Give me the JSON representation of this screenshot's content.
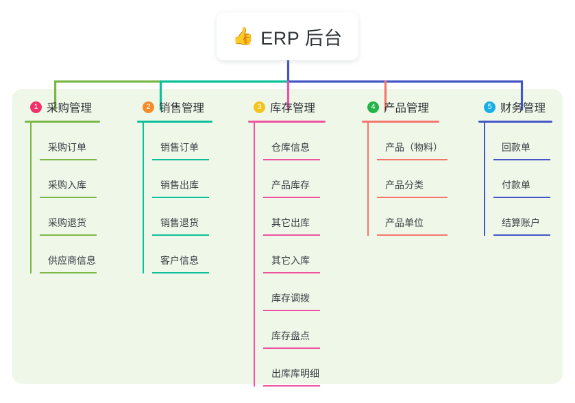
{
  "root": {
    "icon": "thumbs-up-icon",
    "emoji": "👍",
    "title": "ERP 后台"
  },
  "colors": {
    "panel_bg": "#eff7e9",
    "page_bg": "#ffffff",
    "root_stem": "#4355c7",
    "bus_left": "#7ab747",
    "bus_mid": "#0bbf9a",
    "bus_right": "#4355c7",
    "text": "#2f3437"
  },
  "columns": [
    {
      "index": "1",
      "title": "采购管理",
      "badge_color": "#f0306a",
      "line_color": "#7ab747",
      "drop_color": "#7ab747",
      "items": [
        {
          "label": "采购订单"
        },
        {
          "label": "采购入库"
        },
        {
          "label": "采购退货"
        },
        {
          "label": "供应商信息"
        }
      ]
    },
    {
      "index": "2",
      "title": "销售管理",
      "badge_color": "#f58b2a",
      "line_color": "#0bbf9a",
      "drop_color": "#0bbf9a",
      "items": [
        {
          "label": "销售订单"
        },
        {
          "label": "销售出库"
        },
        {
          "label": "销售退货"
        },
        {
          "label": "客户信息"
        }
      ]
    },
    {
      "index": "3",
      "title": "库存管理",
      "badge_color": "#f5c31f",
      "line_color": "#ef52a0",
      "drop_color": "#ef52a0",
      "items": [
        {
          "label": "仓库信息"
        },
        {
          "label": "产品库存"
        },
        {
          "label": "其它出库"
        },
        {
          "label": "其它入库"
        },
        {
          "label": "库存调拨"
        },
        {
          "label": "库存盘点"
        },
        {
          "label": "出库库明细"
        }
      ]
    },
    {
      "index": "4",
      "title": "产品管理",
      "badge_color": "#23b34a",
      "line_color": "#f5756b",
      "drop_color": "#f5756b",
      "items": [
        {
          "label": "产品（物料）"
        },
        {
          "label": "产品分类"
        },
        {
          "label": "产品单位"
        }
      ]
    },
    {
      "index": "5",
      "title": "财务管理",
      "badge_color": "#19aee6",
      "line_color": "#4355c7",
      "drop_color": "#4355c7",
      "items": [
        {
          "label": "回款单"
        },
        {
          "label": "付款单"
        },
        {
          "label": "结算账户"
        }
      ]
    }
  ]
}
